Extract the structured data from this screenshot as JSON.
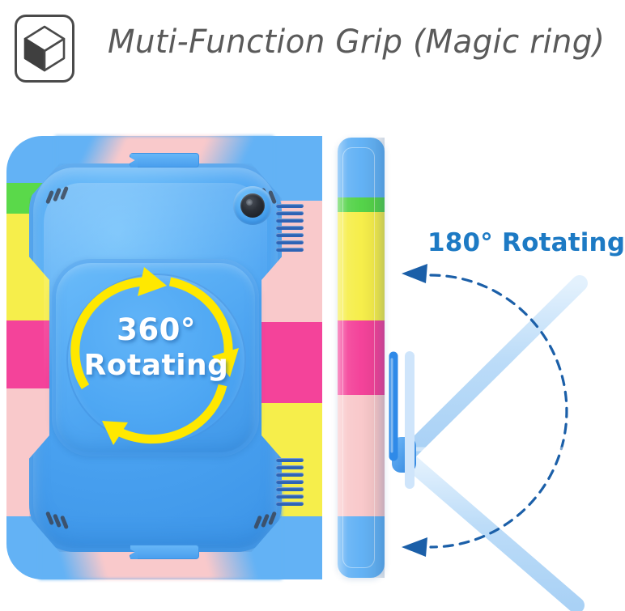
{
  "header": {
    "icon": "cube-3d-icon",
    "title": "Muti-Function Grip (Magic ring)"
  },
  "product": {
    "name": "rugged-kids-tablet-case",
    "colorway": "rainbow-blue",
    "views": {
      "back": "tablet-back-view",
      "side": "tablet-side-profile"
    },
    "parts": {
      "camera": "camera-cutout",
      "handle_top": "top-handle-strap",
      "handle_bottom": "bottom-handle-strap",
      "grille_top": "top-speaker-grille",
      "grille_bottom": "bottom-speaker-grille",
      "kickstand": "kickstand-bar",
      "ring": "rotating-grip-ring"
    },
    "edge_colors": [
      "#63b2f5",
      "#55d34a",
      "#f6ee4b",
      "#f4439a",
      "#f9c9cb",
      "#63b2f5"
    ],
    "body_color": "#4ea6f3"
  },
  "callouts": {
    "rotate_360": {
      "degrees": "360°",
      "action": "Rotating",
      "arrow_color": "#ffe800",
      "text_color": "#ffffff"
    },
    "rotate_180": {
      "label": "180° Rotating",
      "text_color": "#1d7ac4",
      "arc_color": "#1b5fa8",
      "stand_color": "#2f8ae8",
      "ghost_color": "#bcdcf8"
    }
  }
}
